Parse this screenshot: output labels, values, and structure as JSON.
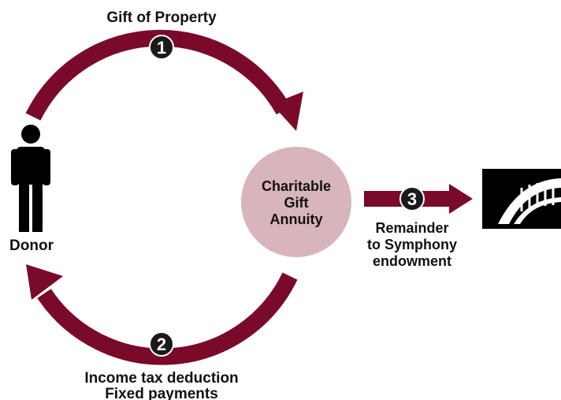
{
  "colors": {
    "arrow": "#7a0a2a",
    "circle": "#d8b4bc",
    "badge": "#1a1a1a",
    "text": "#111111",
    "logo": "#000000"
  },
  "steps": [
    {
      "number": "1",
      "label": "Gift of Property"
    },
    {
      "number": "2",
      "label_lines": [
        "Income tax deduction",
        "Fixed payments"
      ]
    },
    {
      "number": "3",
      "label_lines": [
        "Remainder",
        "to Symphony",
        "endowment"
      ]
    }
  ],
  "donor": {
    "label": "Donor",
    "icon": "person-icon"
  },
  "center": {
    "label_lines": [
      "Charitable",
      "Gift",
      "Annuity"
    ]
  },
  "logo": {
    "icon": "symphony-hall-logo"
  }
}
